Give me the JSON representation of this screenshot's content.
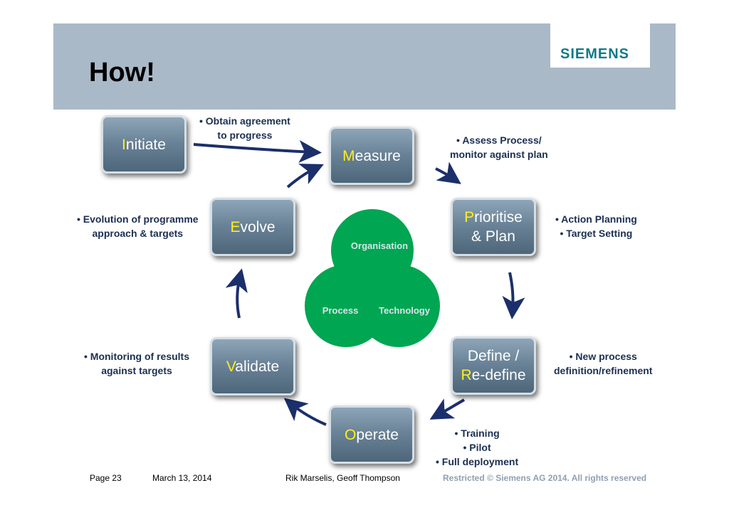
{
  "title": "How!",
  "logo": "SIEMENS",
  "steps": {
    "initiate": {
      "first": "I",
      "rest": "nitiate"
    },
    "measure": {
      "first": "M",
      "rest": "easure"
    },
    "prioritise": {
      "first": "P",
      "rest": "rioritise",
      "line2": "& Plan"
    },
    "define": {
      "line1": "Define /",
      "first": "R",
      "rest": "e-define"
    },
    "operate": {
      "first": "O",
      "rest": "perate"
    },
    "validate": {
      "first": "V",
      "rest": "alidate"
    },
    "evolve": {
      "first": "E",
      "rest": "volve"
    }
  },
  "notes": {
    "initiate": [
      "• Obtain agreement",
      "to progress"
    ],
    "measure": [
      "• Assess Process/",
      "monitor against plan"
    ],
    "prioritise": [
      "• Action Planning",
      "• Target Setting"
    ],
    "define": [
      "• New process",
      "definition/refinement"
    ],
    "operate": [
      "• Training",
      "• Pilot",
      "• Full deployment"
    ],
    "validate": [
      "• Monitoring of results",
      "against targets"
    ],
    "evolve": [
      "• Evolution of programme",
      "approach & targets"
    ]
  },
  "venn": {
    "top": "Organisation",
    "left": "Process",
    "right": "Technology",
    "color": "#00a651"
  },
  "footer": {
    "page": "Page 23",
    "date": "March 13, 2014",
    "authors": "Rik Marselis, Geoff Thompson",
    "restricted": "Restricted © Siemens AG 2014. All rights reserved"
  },
  "colors": {
    "header": "#aab9c8",
    "arrow": "#1b2f6b",
    "highlight": "#ffef1a",
    "note_text": "#1b2f52"
  }
}
